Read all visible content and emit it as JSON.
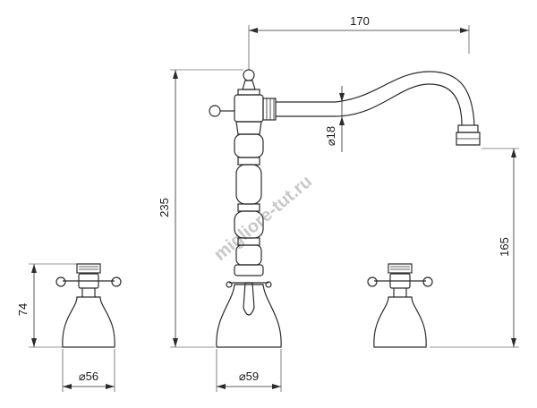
{
  "dimensions": {
    "spout_reach": "170",
    "total_height": "235",
    "spout_diameter": "⌀18",
    "spout_height": "165",
    "handle_height": "74",
    "handle_base_diameter": "⌀56",
    "body_base_diameter": "⌀59"
  },
  "watermark": "migliore-tut.ru"
}
